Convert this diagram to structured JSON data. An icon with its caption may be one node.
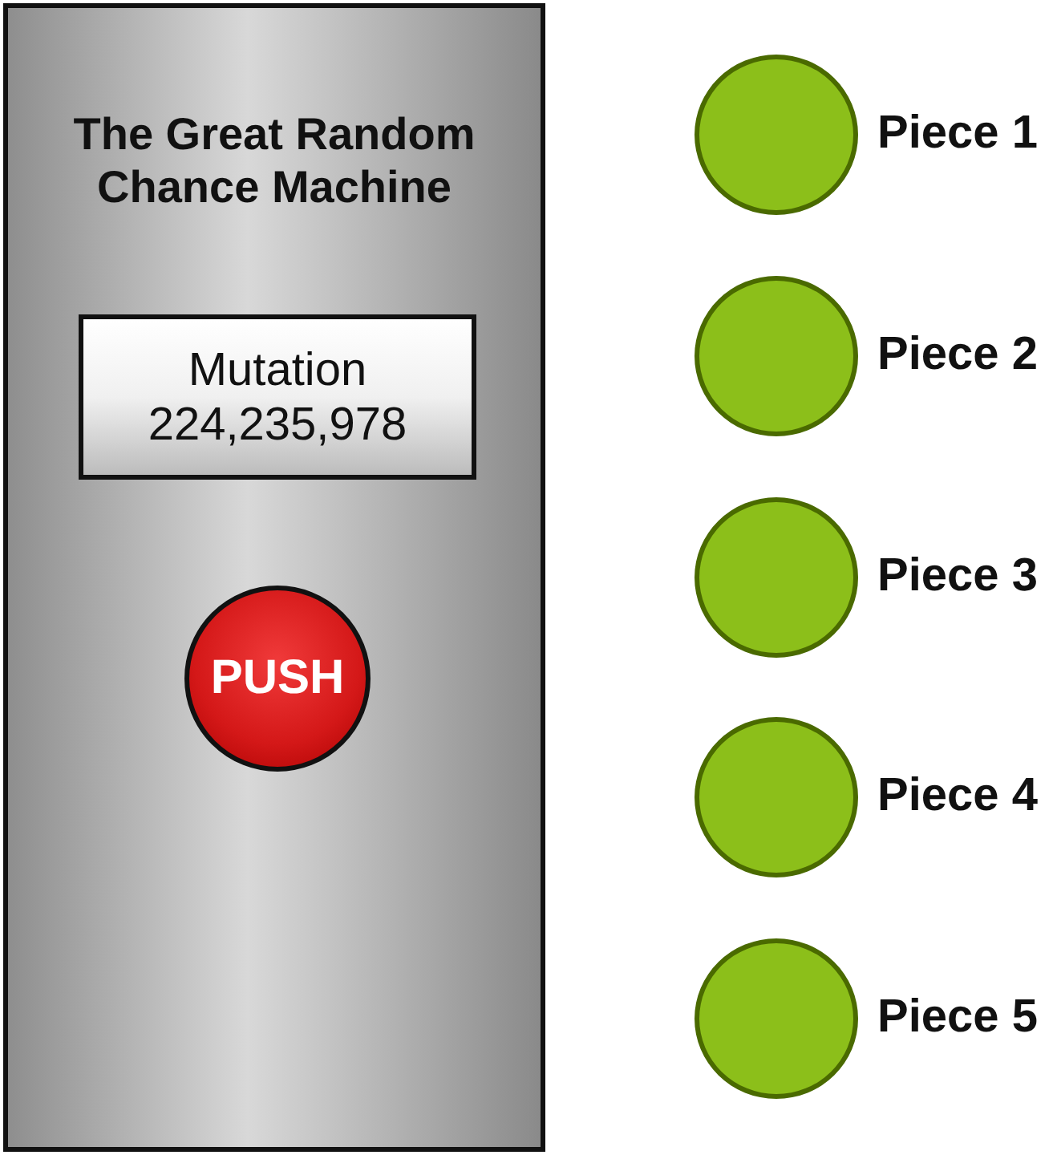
{
  "diagram": {
    "nodes": [
      {
        "text": [
          "The Great Random Chance Machine"
        ]
      },
      {
        "text": [
          "Mutation",
          "224,235,978"
        ],
        "in": 0
      },
      {
        "text": [
          "PUSH"
        ],
        "in": 0
      },
      {
        "text": [],
        "shape": "circle",
        "beside": [
          "Piece 1"
        ]
      },
      {
        "text": [],
        "shape": "circle",
        "beside": [
          "Piece 2"
        ]
      },
      {
        "text": [],
        "shape": "circle",
        "beside": [
          "Piece 3"
        ]
      },
      {
        "text": [],
        "shape": "circle",
        "beside": [
          "Piece 4"
        ]
      },
      {
        "text": [],
        "shape": "circle",
        "beside": [
          "Piece 5"
        ]
      }
    ]
  }
}
